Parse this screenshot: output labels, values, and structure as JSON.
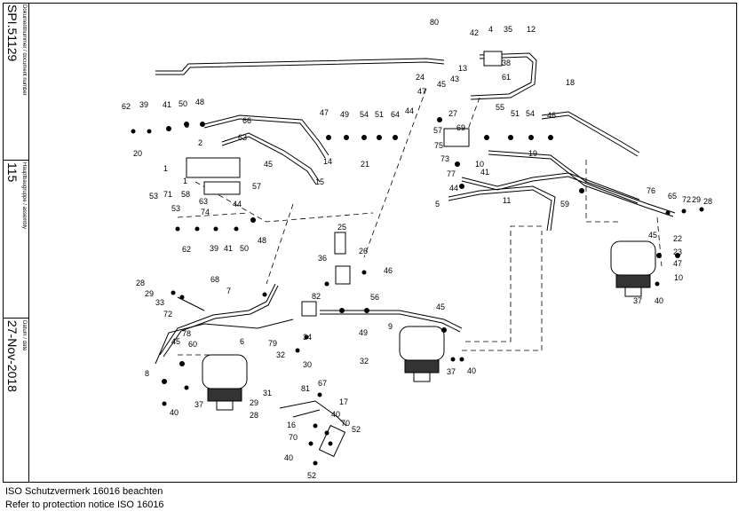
{
  "title_block": {
    "document_number_label": "Dokumentnummer / document number",
    "document_number": "SPI.51129",
    "main_group_label": "Hauptbaugruppe / assembly",
    "main_group": "115",
    "date_label": "Datum / date",
    "date": "27-Nov-2018"
  },
  "notes": {
    "line1": "ISO Schutzvermerk 16016 beachten",
    "line2": "Refer to protection notice ISO 16016"
  },
  "callouts": [
    "80",
    "4",
    "35",
    "12",
    "42",
    "38",
    "13",
    "61",
    "24",
    "47",
    "43",
    "45",
    "18",
    "62",
    "39",
    "41",
    "50",
    "48",
    "66",
    "47",
    "49",
    "54",
    "51",
    "64",
    "44",
    "27",
    "55",
    "51",
    "54",
    "46",
    "3",
    "2",
    "63",
    "45",
    "14",
    "57",
    "69",
    "20",
    "21",
    "75",
    "73",
    "19",
    "1",
    "1",
    "57",
    "15",
    "10",
    "41",
    "53",
    "71",
    "58",
    "63",
    "74",
    "44",
    "77",
    "44",
    "76",
    "11",
    "5",
    "59",
    "65",
    "72",
    "29",
    "28",
    "53",
    "62",
    "39",
    "41",
    "50",
    "48",
    "25",
    "45",
    "22",
    "23",
    "47",
    "26",
    "36",
    "46",
    "10",
    "28",
    "68",
    "7",
    "29",
    "82",
    "33",
    "32",
    "56",
    "37",
    "40",
    "72",
    "78",
    "60",
    "6",
    "79",
    "34",
    "49",
    "9",
    "45",
    "45",
    "32",
    "30",
    "8",
    "40",
    "37",
    "37",
    "40",
    "67",
    "31",
    "81",
    "17",
    "29",
    "16",
    "40",
    "28",
    "70",
    "70",
    "52",
    "40",
    "52"
  ]
}
